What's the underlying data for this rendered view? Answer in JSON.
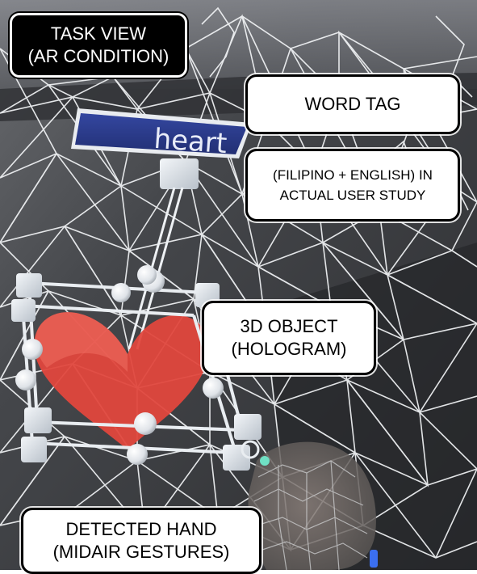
{
  "view_label": {
    "line1": "TASK VIEW",
    "line2": "(AR CONDITION)"
  },
  "word_tag": {
    "text": "heart"
  },
  "callouts": {
    "word_tag": {
      "line1": "WORD TAG"
    },
    "language_note": {
      "line1": "(FILIPINO + ENGLISH) IN",
      "line2": "ACTUAL USER STUDY"
    },
    "object": {
      "line1": "3D OBJECT",
      "line2": "(HOLOGRAM)"
    },
    "hand": {
      "line1": "DETECTED HAND",
      "line2": "(MIDAIR GESTURES)"
    }
  },
  "colors": {
    "room_background": "#3d3f42",
    "mesh_lines": "#f2f4f6",
    "tag_blue": "#2c3a86",
    "heart_red": "#e0473d",
    "bounding_box": "#e9edf1"
  }
}
